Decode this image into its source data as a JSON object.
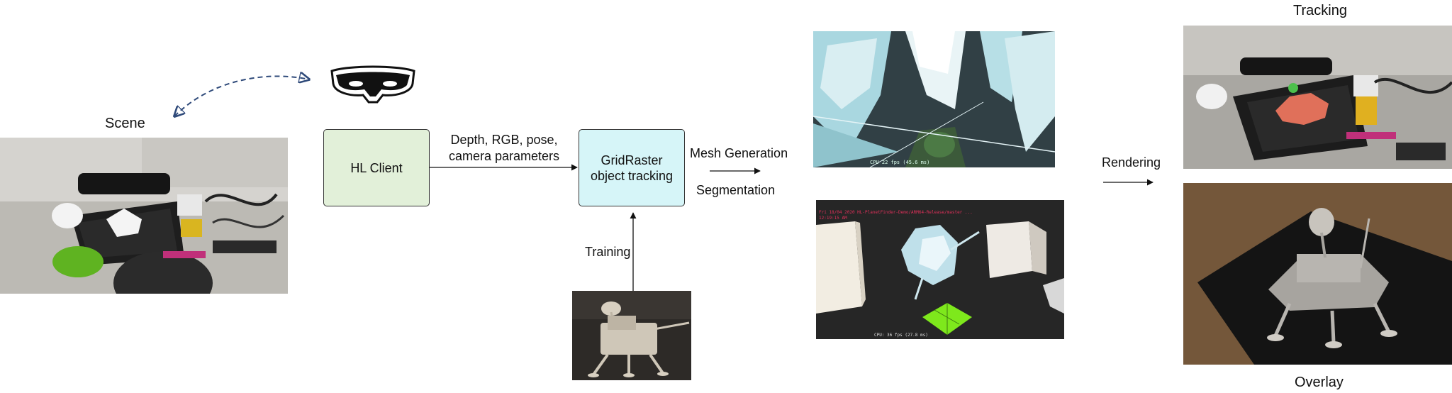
{
  "scene": {
    "title": "Scene"
  },
  "nodes": {
    "hl_client": "HL Client",
    "gridraster_line1": "GridRaster",
    "gridraster_line2": "object tracking"
  },
  "edges": {
    "client_to_grid_line1": "Depth, RGB, pose,",
    "client_to_grid_line2": "camera parameters",
    "training": "Training",
    "mesh_generation": "Mesh Generation",
    "segmentation": "Segmentation",
    "rendering": "Rendering"
  },
  "outputs": {
    "tracking": "Tracking",
    "overlay": "Overlay"
  },
  "overlays": {
    "mesh_cpu": "CPU 22 fps (45.6 ms)",
    "seg_header": "Fri 18/04 2020 HL-PlanetFinder-Demo/ARM64-Release/master ...",
    "seg_time": "12:19:15 AM",
    "seg_cpu": "CPU: 36 fps (27.8 ms)"
  },
  "colors": {
    "hl_client_fill": "#e2f0d9",
    "gridraster_fill": "#d6f5f8",
    "headset_arrow": "#2f4a7a",
    "mat_green": "#7ee81c"
  }
}
